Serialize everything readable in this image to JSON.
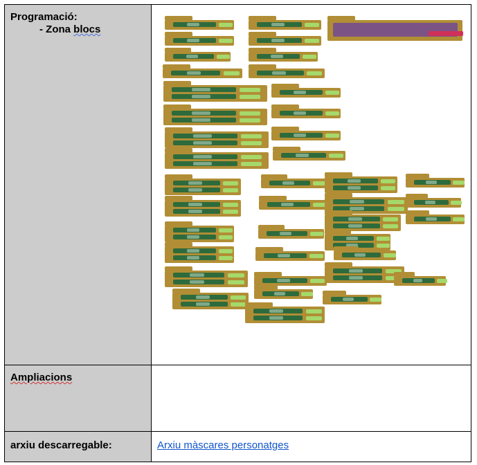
{
  "table": {
    "rows": [
      {
        "label": "Programació:",
        "sublabel": "- Zona blocs",
        "sublabel_prefix": "- Zona ",
        "sublabel_word": "blocs"
      },
      {
        "label": "Ampliacions"
      },
      {
        "label": "arxiu descarregable:",
        "link_text": "Arxiu màscares personatges"
      }
    ]
  },
  "colors": {
    "event_block": "#b18e35",
    "setter_block": "#2e6b3c",
    "property": "#7fa98a",
    "value": "#a5d96b",
    "procedure": "#7c5385",
    "text": "#d0305a",
    "link": "#1155cc"
  }
}
